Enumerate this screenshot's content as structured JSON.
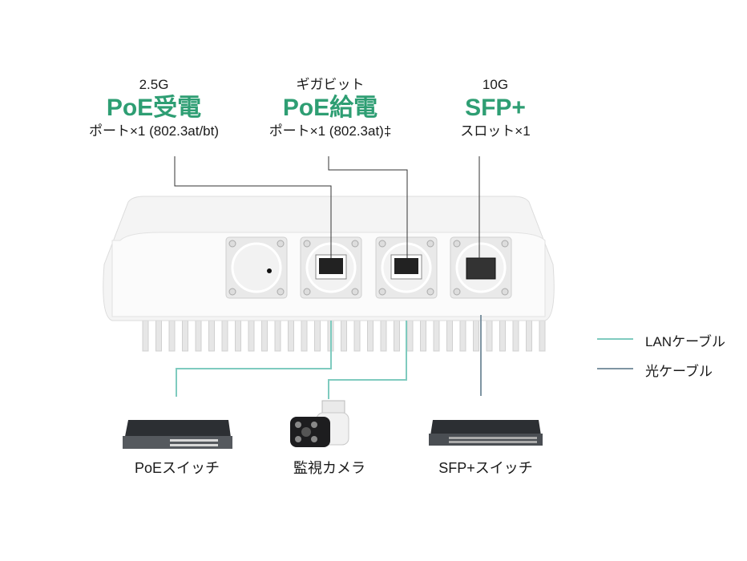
{
  "features": [
    {
      "sub": "2.5G",
      "title": "PoE受電",
      "desc": "ポート×1 (802.3at/bt)"
    },
    {
      "sub": "ギガビット",
      "title": "PoE給電",
      "desc": "ポート×1 (802.3at)‡"
    },
    {
      "sub": "10G",
      "title": "SFP+",
      "desc": "スロット×1"
    }
  ],
  "devices": [
    {
      "label": "PoEスイッチ"
    },
    {
      "label": "監視カメラ"
    },
    {
      "label": "SFP+スイッチ"
    }
  ],
  "legend": [
    {
      "label": "LANケーブル",
      "color": "#7fcbbf"
    },
    {
      "label": "光ケーブル",
      "color": "#7f95a3"
    }
  ],
  "colors": {
    "accent": "#2e9e73"
  }
}
